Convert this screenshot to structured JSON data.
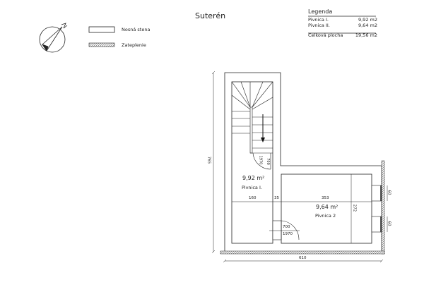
{
  "title": "Suterén",
  "legend_items": {
    "load_wall": "Nosná stena",
    "insulation": "Zateplenie"
  },
  "legend": {
    "title": "Legenda",
    "rows": [
      {
        "label": "Pivnica I.",
        "value": "9,92 m2"
      },
      {
        "label": "Pivnica II.",
        "value": "9,64 m2"
      }
    ],
    "total": {
      "label": "Celková plocha",
      "value": "19,56 m2"
    }
  },
  "rooms": [
    {
      "area": "9,92 m²",
      "name": "Pivnica I."
    },
    {
      "area": "9,64 m²",
      "name": "Pivnica 2"
    }
  ],
  "dimensions": {
    "height_total": "765",
    "width_total": "610",
    "room1_width": "160",
    "wall_gap": "35",
    "room2_width": "353",
    "room2_depth": "272",
    "window1": "60",
    "window2": "60",
    "stair_door_w": "700",
    "stair_door_h": "1970",
    "door2_w": "700",
    "door2_h": "1970"
  }
}
